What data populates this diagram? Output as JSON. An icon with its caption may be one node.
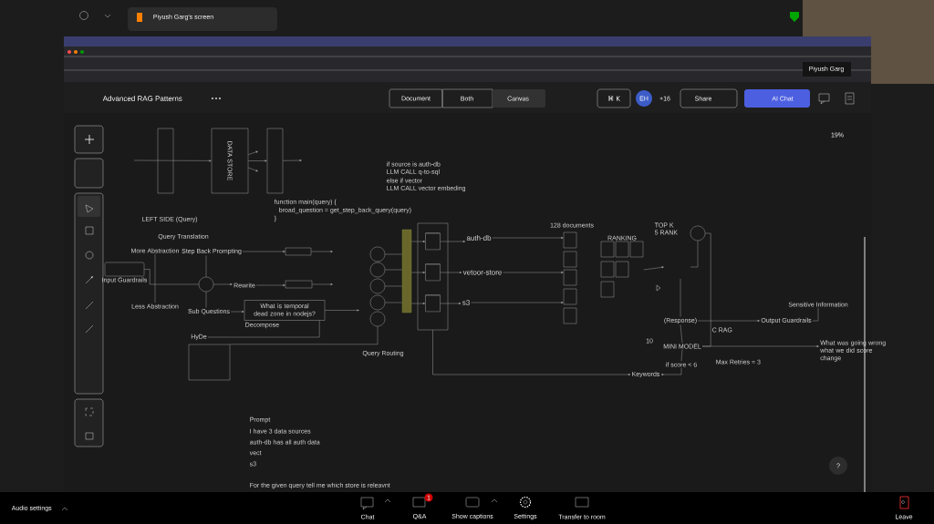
{
  "diagram": {
    "title": "Advanced RAG Patterns",
    "nodes": [
      {
        "text": [],
        "shape": "box"
      },
      {
        "text": [
          "DATA STORE"
        ]
      },
      {
        "text": [],
        "shape": "box"
      },
      {
        "text": [
          "Step Back Prompting"
        ]
      },
      {
        "text": [
          "More Abstraction"
        ]
      },
      {
        "text": [
          "Less Abstraction"
        ]
      },
      {
        "text": [
          "Input Guardrails"
        ]
      },
      {
        "text": [],
        "shape": "circle"
      },
      {
        "text": [
          "Rewrite"
        ]
      },
      {
        "text": [
          "Sub Questions"
        ]
      },
      {
        "text": [
          "What is temporal dead zone in nodejs?"
        ]
      },
      {
        "text": [
          "HyDe"
        ]
      },
      {
        "text": [],
        "shape": "box"
      },
      {
        "text": [],
        "shape": "box"
      },
      {
        "text": [],
        "shape": "box"
      },
      {
        "text": [],
        "shape": "circle"
      },
      {
        "text": [],
        "shape": "circle"
      },
      {
        "text": [],
        "shape": "circle"
      },
      {
        "text": [],
        "shape": "circle"
      },
      {
        "text": [],
        "shape": "circle"
      },
      {
        "text": [],
        "shape": "bar"
      },
      {
        "text": [],
        "shape": "box"
      },
      {
        "text": [],
        "shape": "cylinder",
        "in": 21
      },
      {
        "text": [],
        "shape": "cylinder",
        "in": 21
      },
      {
        "text": [],
        "shape": "cylinder",
        "in": 21
      },
      {
        "text": [
          "auth-db"
        ]
      },
      {
        "text": [
          "vetoor-store"
        ]
      },
      {
        "text": [
          "s3"
        ]
      },
      {
        "text": [],
        "shape": "box"
      },
      {
        "text": [],
        "shape": "box"
      },
      {
        "text": [],
        "shape": "box"
      },
      {
        "text": [],
        "shape": "box"
      },
      {
        "text": [],
        "shape": "box"
      },
      {
        "text": [
          "RANKING"
        ]
      },
      {
        "text": [],
        "shape": "circle"
      },
      {
        "text": [
          "(Response)"
        ]
      },
      {
        "text": [
          "Output Guardrails"
        ]
      },
      {
        "text": [
          "Sensitive Information"
        ]
      },
      {
        "text": [
          "MINI MODEL"
        ]
      },
      {
        "text": [
          "if score < 6"
        ]
      },
      {
        "text": [
          "Keywords"
        ]
      },
      {
        "text": [
          "What was going wrong what we did score change"
        ]
      }
    ],
    "edges": [
      {
        "from": null,
        "to": 1,
        "arrow": "to"
      },
      {
        "from": 1,
        "to": null,
        "arrow": "to"
      },
      {
        "from": 1,
        "to": null,
        "arrow": "to"
      },
      {
        "from": 1,
        "to": 2,
        "arrow": "to"
      },
      {
        "from": 2,
        "to": null,
        "arrow": "to"
      },
      {
        "from": 6,
        "to": 7,
        "arrow": "none"
      },
      {
        "from": 7,
        "to": 3,
        "arrow": "none"
      },
      {
        "from": 7,
        "to": 8,
        "arrow": "to"
      },
      {
        "from": 7,
        "to": 9,
        "arrow": "none"
      },
      {
        "from": 9,
        "to": 10,
        "arrow": "to"
      },
      {
        "from": 3,
        "to": 13,
        "arrow": "to"
      },
      {
        "from": 8,
        "to": 14,
        "arrow": "to"
      },
      {
        "from": 13,
        "to": null,
        "arrow": "to"
      },
      {
        "from": 14,
        "to": null,
        "arrow": "to"
      },
      {
        "from": 10,
        "to": null,
        "arrow": "to"
      },
      {
        "from": 11,
        "to": 10,
        "arrow": "none"
      },
      {
        "from": 12,
        "to": 19,
        "arrow": "none"
      },
      {
        "from": 15,
        "to": 20,
        "arrow": "none"
      },
      {
        "from": 16,
        "to": 20,
        "arrow": "none"
      },
      {
        "from": 17,
        "to": 20,
        "arrow": "none"
      },
      {
        "from": 18,
        "to": 20,
        "arrow": "none"
      },
      {
        "from": 20,
        "to": 22,
        "arrow": "to"
      },
      {
        "from": 20,
        "to": 23,
        "arrow": "to"
      },
      {
        "from": 20,
        "to": 24,
        "arrow": "to"
      },
      {
        "from": 22,
        "to": 25,
        "arrow": "to"
      },
      {
        "from": 23,
        "to": 26,
        "arrow": "to"
      },
      {
        "from": 24,
        "to": 27,
        "arrow": "to"
      },
      {
        "from": 25,
        "to": 28,
        "arrow": "to"
      },
      {
        "from": 26,
        "to": 30,
        "arrow": "to"
      },
      {
        "from": 27,
        "to": 31,
        "arrow": "to"
      },
      {
        "from": 21,
        "to": 40,
        "arrow": "to"
      },
      {
        "from": 39,
        "to": 40,
        "arrow": "to"
      },
      {
        "from": 33,
        "to": null,
        "arrow": "to"
      },
      {
        "from": null,
        "to": 34,
        "arrow": "none"
      },
      {
        "from": null,
        "to": 35,
        "arrow": "none"
      },
      {
        "from": 35,
        "to": 36,
        "arrow": "to"
      },
      {
        "from": 36,
        "to": 37,
        "arrow": "none"
      },
      {
        "from": 35,
        "to": 38,
        "arrow": "none"
      },
      {
        "from": 38,
        "to": 41,
        "arrow": "to"
      },
      {
        "from": 38,
        "to": 39,
        "arrow": "none"
      },
      {
        "from": 34,
        "to": 38,
        "arrow": "none"
      },
      {
        "from": 4,
        "to": 5,
        "arrow": "none"
      }
    ],
    "labels": [
      "Piyush Garg's screen",
      "Document",
      "Both",
      "Canvas",
      "⌘ K",
      "EH",
      "+16",
      "Share",
      "AI Chat",
      "19%",
      "LEFT SIDE (Query)",
      "Query Translation",
      "function main(query) {",
      "broad_question = get_step_back_query(query)",
      "}",
      "if source is auth-db",
      "LLM CALL q-to-sql",
      "else if vector",
      "LLM CALL vector embeding",
      "128 documents",
      "TOP K",
      "5 RANK",
      "C RAG",
      "10",
      "Max Retries = 3",
      "Query Routing",
      "Prompt",
      "I have 3 data sources",
      "auth-db has all auth data",
      "vect",
      "s3",
      "For the given query tell me which store is releavnt",
      "?",
      "Audio settings",
      "Chat",
      "1",
      "Q&A",
      "Show captions",
      "Settings",
      "Transfer to room",
      "Leave",
      "Piyush Garg",
      "Decompose"
    ]
  }
}
